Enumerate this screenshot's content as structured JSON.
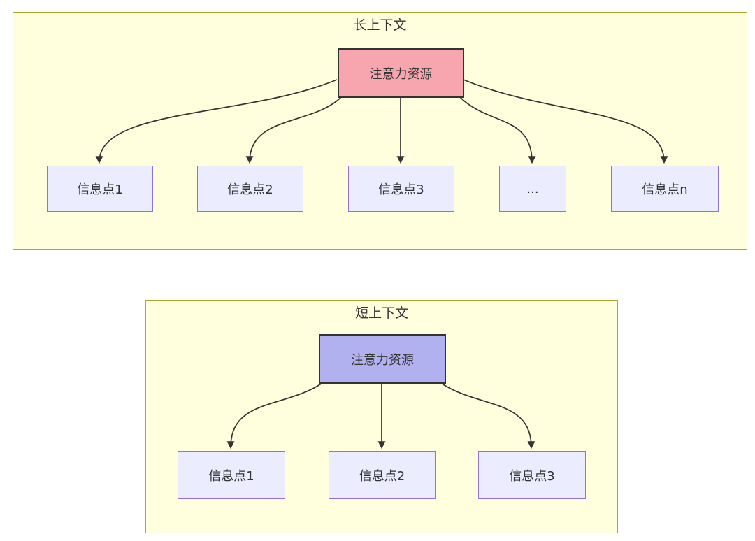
{
  "colors": {
    "page_bg": "#ffffff",
    "cluster_fill": "#ffffde",
    "cluster_border": "#aaaa33",
    "node_fill": "#ececff",
    "node_border": "#9370db",
    "hub_long_fill": "#f7a6b0",
    "hub_short_fill": "#b1b1f0",
    "hub_border": "#333333",
    "arrow": "#333333",
    "text": "#333333"
  },
  "diagrams": [
    {
      "title": "长上下文",
      "hub": {
        "label": "注意力资源"
      },
      "children": [
        {
          "label": "信息点1"
        },
        {
          "label": "信息点2"
        },
        {
          "label": "信息点3"
        },
        {
          "label": "..."
        },
        {
          "label": "信息点n"
        }
      ]
    },
    {
      "title": "短上下文",
      "hub": {
        "label": "注意力资源"
      },
      "children": [
        {
          "label": "信息点1"
        },
        {
          "label": "信息点2"
        },
        {
          "label": "信息点3"
        }
      ]
    }
  ]
}
